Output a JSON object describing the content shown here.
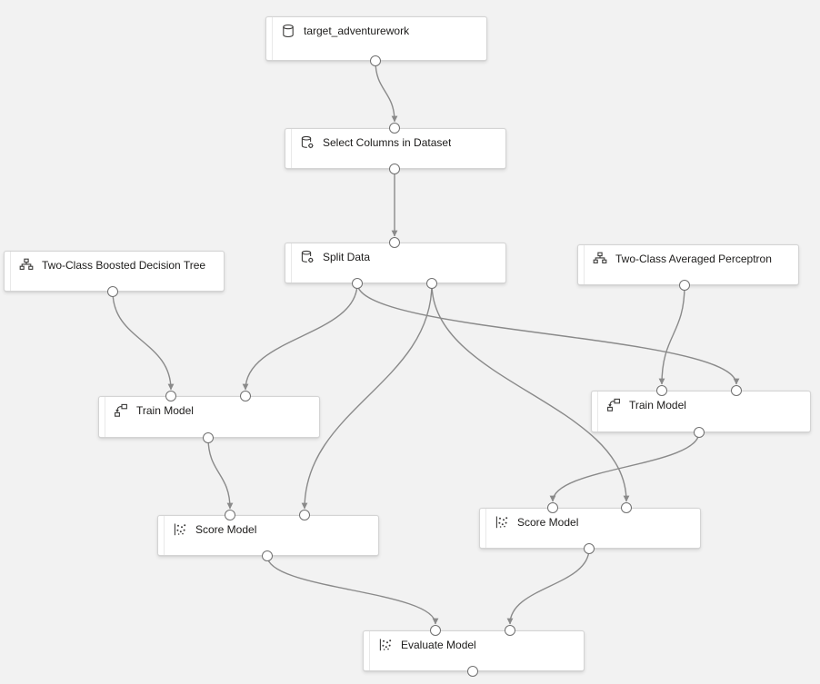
{
  "colors": {
    "canvas_bg": "#f2f2f2",
    "node_bg": "#ffffff",
    "node_border": "#d4d4d4",
    "edge": "#8a8a8a",
    "port_border": "#707070",
    "text": "#1c1b1a",
    "icon": "#3b3a39"
  },
  "nodes": [
    {
      "id": "dataset",
      "label": "target_adventurework",
      "icon": "database-icon"
    },
    {
      "id": "select-columns",
      "label": "Select Columns in Dataset",
      "icon": "database-gear-icon"
    },
    {
      "id": "split-data",
      "label": "Split Data",
      "icon": "database-gear-icon"
    },
    {
      "id": "boosted-tree",
      "label": "Two-Class Boosted Decision Tree",
      "icon": "hierarchy-icon"
    },
    {
      "id": "avg-perceptron",
      "label": "Two-Class Averaged Perceptron",
      "icon": "hierarchy-icon"
    },
    {
      "id": "train-left",
      "label": "Train Model",
      "icon": "train-model-icon"
    },
    {
      "id": "train-right",
      "label": "Train Model",
      "icon": "train-model-icon"
    },
    {
      "id": "score-left",
      "label": "Score Model",
      "icon": "scatter-plot-icon"
    },
    {
      "id": "score-right",
      "label": "Score Model",
      "icon": "scatter-plot-icon"
    },
    {
      "id": "evaluate",
      "label": "Evaluate Model",
      "icon": "scatter-plot-icon"
    }
  ],
  "edges": [
    {
      "from": "dataset",
      "fromPort": 0,
      "to": "select-columns",
      "toPort": 0
    },
    {
      "from": "select-columns",
      "fromPort": 0,
      "to": "split-data",
      "toPort": 0
    },
    {
      "from": "split-data",
      "fromPort": 0,
      "to": "train-left",
      "toPort": 1
    },
    {
      "from": "split-data",
      "fromPort": 0,
      "to": "train-right",
      "toPort": 1
    },
    {
      "from": "split-data",
      "fromPort": 1,
      "to": "score-left",
      "toPort": 1
    },
    {
      "from": "split-data",
      "fromPort": 1,
      "to": "score-right",
      "toPort": 1
    },
    {
      "from": "boosted-tree",
      "fromPort": 0,
      "to": "train-left",
      "toPort": 0
    },
    {
      "from": "avg-perceptron",
      "fromPort": 0,
      "to": "train-right",
      "toPort": 0
    },
    {
      "from": "train-left",
      "fromPort": 0,
      "to": "score-left",
      "toPort": 0
    },
    {
      "from": "train-right",
      "fromPort": 0,
      "to": "score-right",
      "toPort": 0
    },
    {
      "from": "score-left",
      "fromPort": 0,
      "to": "evaluate",
      "toPort": 0
    },
    {
      "from": "score-right",
      "fromPort": 0,
      "to": "evaluate",
      "toPort": 1
    }
  ]
}
